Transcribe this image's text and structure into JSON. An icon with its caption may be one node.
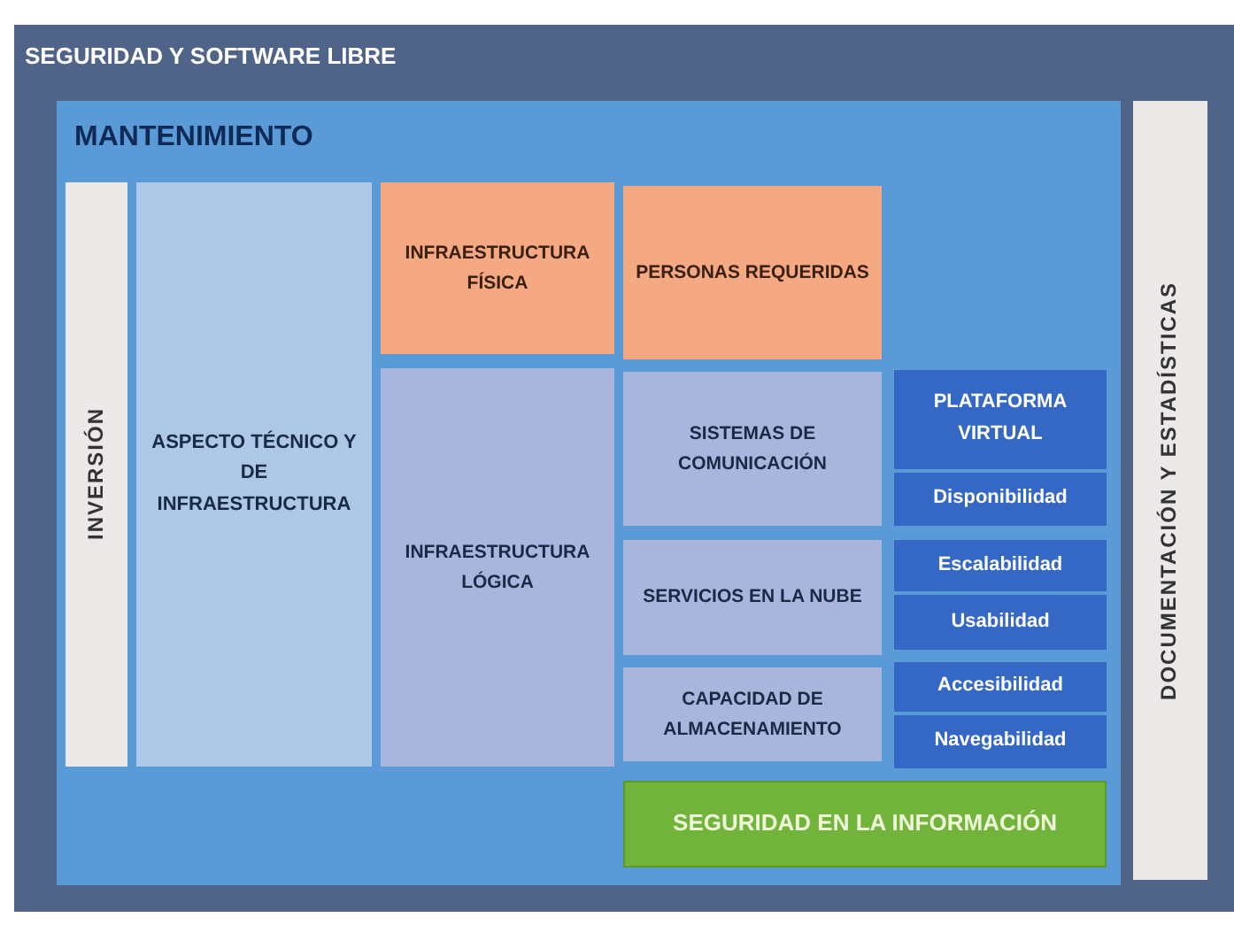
{
  "diagram": {
    "nodes": [
      {
        "text": [
          "SEGURIDAD Y SOFTWARE LIBRE"
        ]
      },
      {
        "text": [
          "MANTENIMIENTO"
        ],
        "in": 0
      },
      {
        "text": [
          "INVERSIÓN"
        ],
        "in": 1
      },
      {
        "text": [
          "ASPECTO TÉCNICO Y DE INFRAESTRUCTURA"
        ],
        "in": 1
      },
      {
        "text": [
          "INFRAESTRUCTURA FÍSICA"
        ],
        "in": 1
      },
      {
        "text": [
          "INFRAESTRUCTURA LÓGICA"
        ],
        "in": 1
      },
      {
        "text": [
          "PERSONAS REQUERIDAS"
        ],
        "in": 1
      },
      {
        "text": [
          "SISTEMAS DE COMUNICACIÓN"
        ],
        "in": 1
      },
      {
        "text": [
          "SERVICIOS EN LA NUBE"
        ],
        "in": 1
      },
      {
        "text": [
          "CAPACIDAD DE ALMACENAMIENTO"
        ],
        "in": 1
      },
      {
        "text": [
          "PLATAFORMA VIRTUAL"
        ],
        "in": 1
      },
      {
        "text": [
          "Disponibilidad"
        ],
        "in": 1
      },
      {
        "text": [
          "Escalabilidad"
        ],
        "in": 1
      },
      {
        "text": [
          "Usabilidad"
        ],
        "in": 1
      },
      {
        "text": [
          "Accesibilidad"
        ],
        "in": 1
      },
      {
        "text": [
          "Navegabilidad"
        ],
        "in": 1
      },
      {
        "text": [
          "SEGURIDAD EN LA INFORMACIÓN"
        ],
        "in": 1
      },
      {
        "text": [
          "DOCUMENTACIÓN Y ESTADÍSTICAS"
        ],
        "in": 0
      }
    ]
  }
}
